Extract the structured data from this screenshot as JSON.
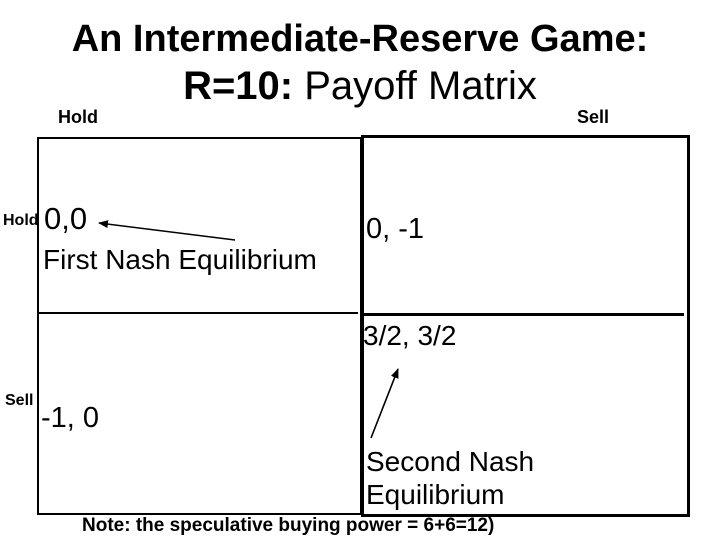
{
  "title": {
    "line1": "An Intermediate-Reserve Game:",
    "line2_emphasis": "R=10:",
    "line2_rest": " Payoff Matrix"
  },
  "matrix": {
    "column_labels": [
      "Hold",
      "Sell"
    ],
    "row_labels": [
      "Hold",
      "Sell"
    ],
    "cells": {
      "hold_hold": "0,0",
      "hold_sell": "0, -1",
      "sell_hold": "-1, 0",
      "sell_sell": "3/2, 3/2"
    },
    "annotations": {
      "first_nash": "First Nash Equilibrium",
      "second_nash": "Second Nash Equilibrium"
    }
  },
  "note": {
    "text": "Note: the speculative buying power = 6+6=12)"
  },
  "colors": {
    "ink": "#000000",
    "background": "#ffffff"
  }
}
